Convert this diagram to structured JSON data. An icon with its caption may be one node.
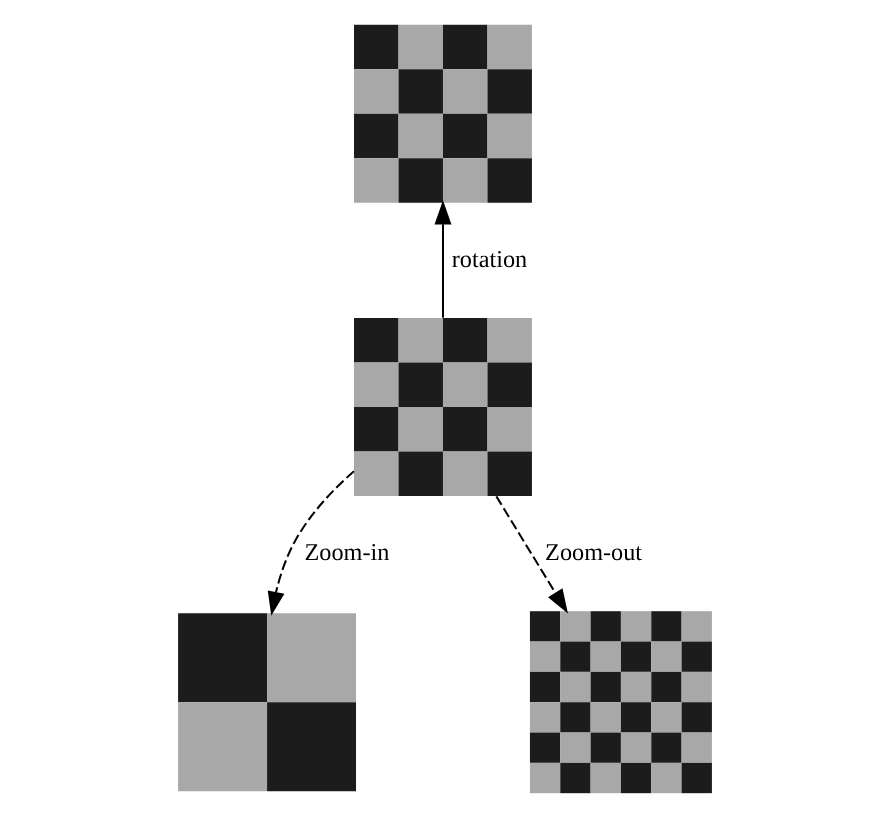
{
  "diagram": {
    "nodes": [
      {
        "text": [],
        "shape": "picture"
      },
      {
        "text": [],
        "shape": "picture"
      },
      {
        "text": [],
        "shape": "picture"
      },
      {
        "text": [],
        "shape": "picture"
      }
    ],
    "edges": [
      {
        "from": 1,
        "to": 0,
        "arrow": "to",
        "label": "rotation"
      },
      {
        "from": 1,
        "to": 2,
        "arrow": "to",
        "label": "Zoom-in",
        "style": "dashed"
      },
      {
        "from": 1,
        "to": 3,
        "arrow": "to",
        "label": "Zoom-out",
        "style": "dashed"
      }
    ]
  }
}
